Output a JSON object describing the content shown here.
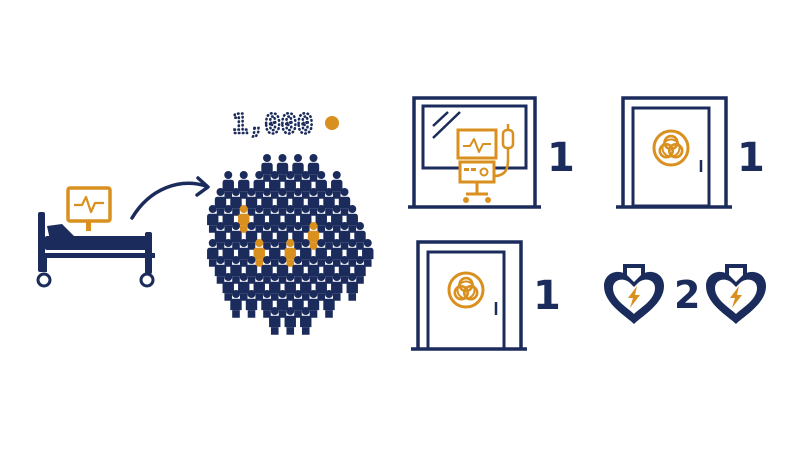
{
  "colors": {
    "navy": "#1b2c5c",
    "gold": "#d9901f",
    "background": "#ffffff"
  },
  "icons": {
    "bed": "hospital-bed-icon",
    "monitor": "heart-monitor-icon",
    "arrow": "curved-arrow-icon",
    "crowd": "people-crowd-icon",
    "ventilator_room": "ventilator-room-icon",
    "isolation_room": "biohazard-room-icon",
    "defibrillator": "defibrillator-heart-icon"
  },
  "labels": {
    "population": "1,000",
    "ventilator_rooms": "1",
    "isolation_room_top": "1",
    "isolation_room_bottom": "1",
    "defibrillators": "2"
  }
}
